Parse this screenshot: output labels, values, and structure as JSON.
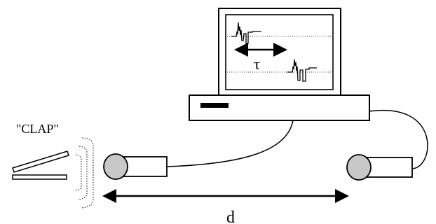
{
  "labels": {
    "clap": "\"CLAP\"",
    "tau": "τ",
    "distance": "d"
  },
  "colors": {
    "stroke": "#000000",
    "microphone_head": "#c8c8c8",
    "background": "#ffffff"
  },
  "icons": {
    "monitor": "monitor-icon",
    "computer_base": "computer-icon",
    "microphone": "microphone-icon",
    "clapper": "clapper-icon"
  }
}
